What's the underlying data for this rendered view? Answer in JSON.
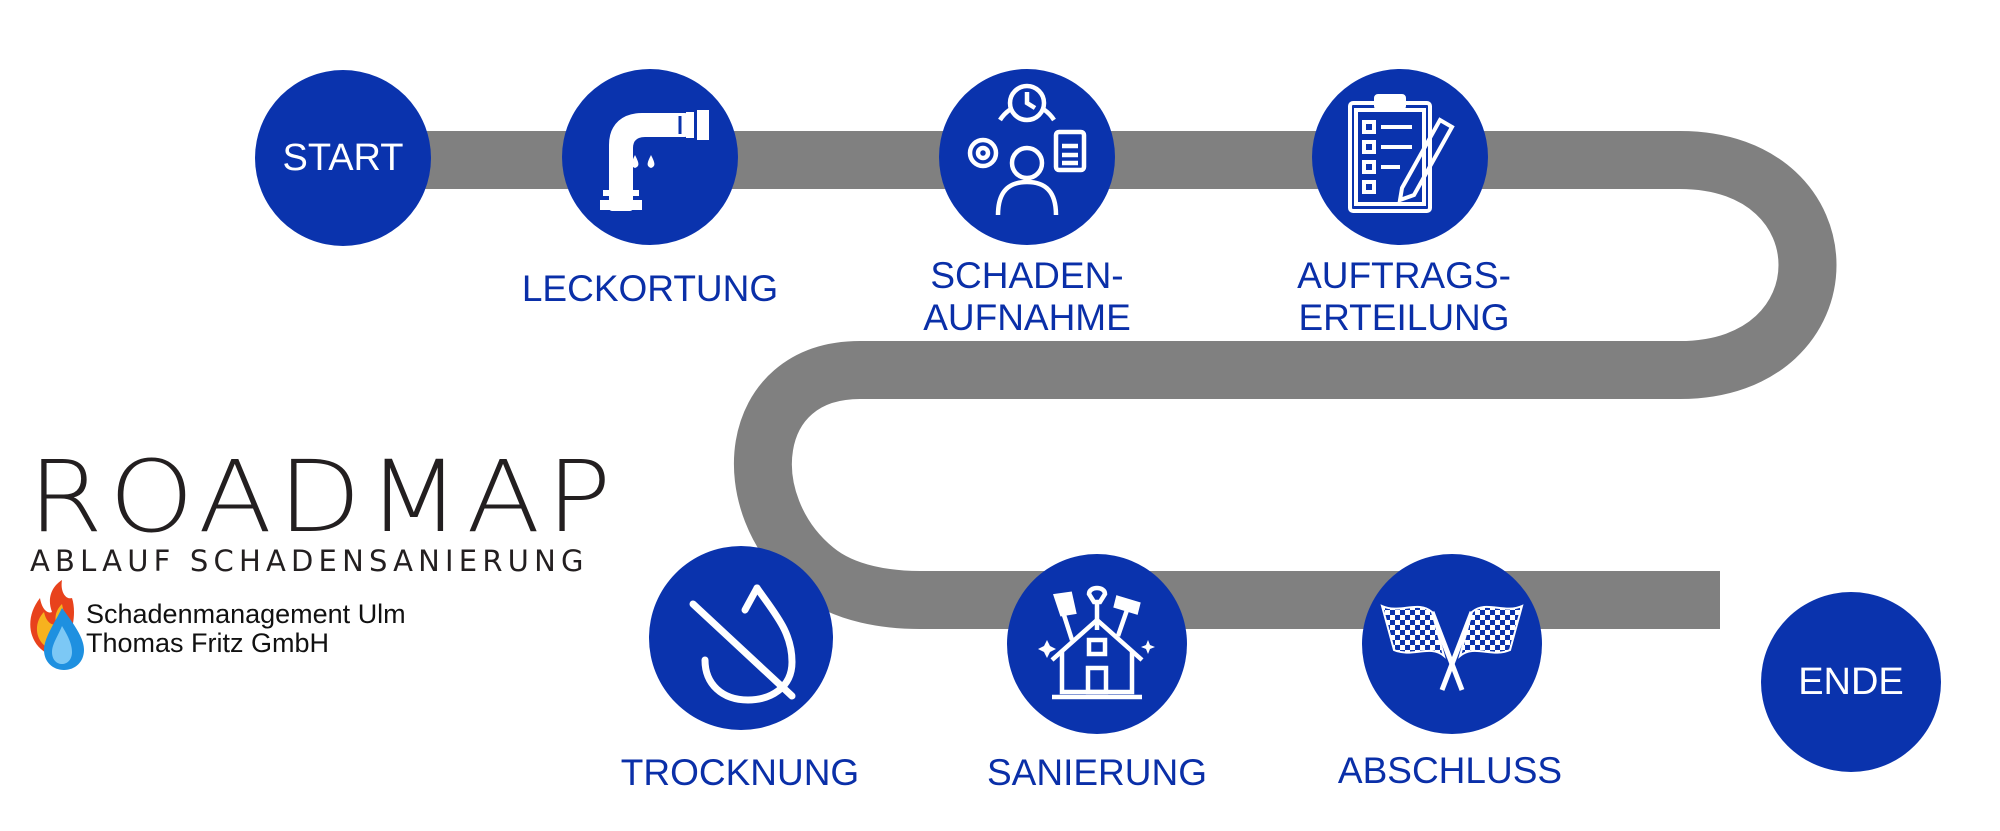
{
  "colors": {
    "accent": "#0a33ad",
    "road": "#808080",
    "label": "#0a2fa8",
    "title": "#231f20"
  },
  "title": "ROADMAP",
  "subtitle": "ABLAUF SCHADENSANIERUNG",
  "company": {
    "line1": "Schadenmanagement Ulm",
    "line2": "Thomas Fritz GmbH",
    "logo_icon": "flame-water-drop-icon"
  },
  "start_label": "START",
  "end_label": "ENDE",
  "steps": [
    {
      "label_line1": "LECKORTUNG",
      "label_line2": "",
      "icon": "leaking-pipe-icon"
    },
    {
      "label_line1": "SCHADEN-",
      "label_line2": "AUFNAHME",
      "icon": "person-gear-clock-clipboard-icon"
    },
    {
      "label_line1": "AUFTRAGS-",
      "label_line2": "ERTEILUNG",
      "icon": "clipboard-checklist-pencil-icon"
    },
    {
      "label_line1": "TROCKNUNG",
      "label_line2": "",
      "icon": "crossed-water-drop-icon"
    },
    {
      "label_line1": "SANIERUNG",
      "label_line2": "",
      "icon": "house-tools-icon"
    },
    {
      "label_line1": "ABSCHLUSS",
      "label_line2": "",
      "icon": "checkered-flags-icon"
    }
  ]
}
